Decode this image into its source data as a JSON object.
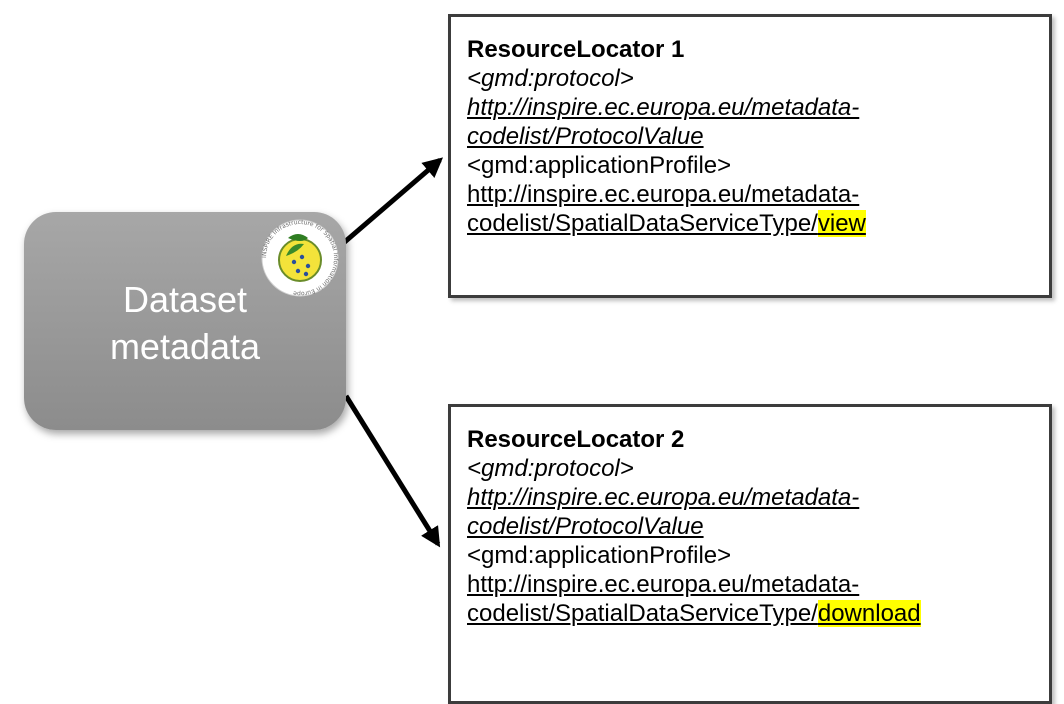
{
  "dataset": {
    "title": "Dataset metadata",
    "logo_icon": "inspire-logo-icon"
  },
  "logo_ring_text": "INSPIRE Infrastructure for Spatial Information in Europe",
  "locators": [
    {
      "title": "ResourceLocator 1",
      "protocol_tag": "<gmd:protocol>",
      "protocol_url_1": "http://inspire.ec.europa.eu/metadata-",
      "protocol_url_2": "codelist/ProtocolValue",
      "profile_tag": "<gmd:applicationProfile>",
      "profile_url_1": "http://inspire.ec.europa.eu/metadata-",
      "profile_url_2": "codelist/SpatialDataServiceType/",
      "profile_value": "view"
    },
    {
      "title": "ResourceLocator 2",
      "protocol_tag": "<gmd:protocol>",
      "protocol_url_1": "http://inspire.ec.europa.eu/metadata-",
      "protocol_url_2": "codelist/ProtocolValue",
      "profile_tag": "<gmd:applicationProfile>",
      "profile_url_1": "http://inspire.ec.europa.eu/metadata-",
      "profile_url_2": "codelist/SpatialDataServiceType/",
      "profile_value": "download"
    }
  ],
  "colors": {
    "link": "#1155cc",
    "highlight": "#ffff00",
    "node": "#999999"
  }
}
